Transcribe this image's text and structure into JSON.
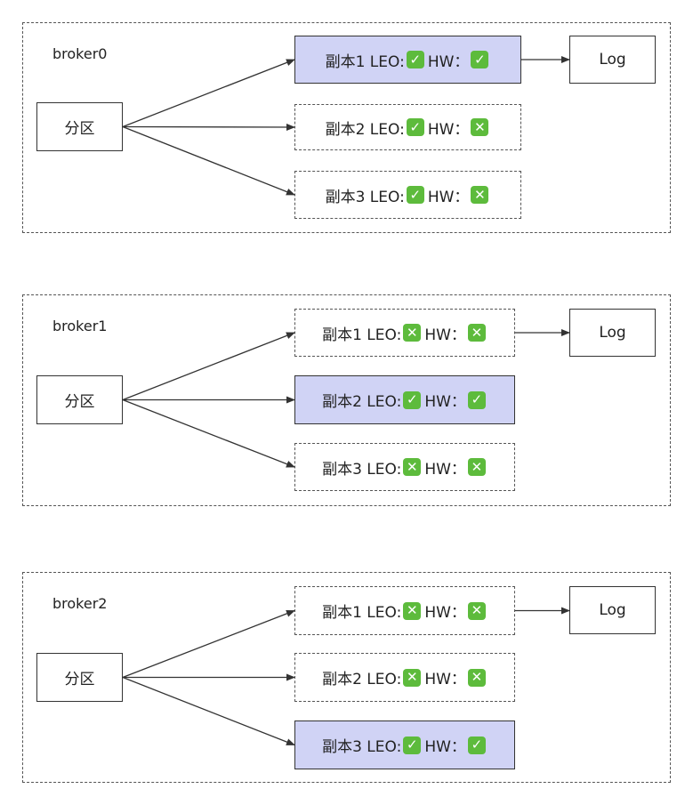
{
  "brokers": [
    {
      "label": "broker0",
      "partition": "分区",
      "log": "Log",
      "replicas": [
        {
          "name": "副本1",
          "leo_label": "LEO:",
          "leo": "check",
          "hw_label": "HW：",
          "hw": "check",
          "leader": true
        },
        {
          "name": "副本2",
          "leo_label": "LEO:",
          "leo": "check",
          "hw_label": "HW：",
          "hw": "cross",
          "leader": false
        },
        {
          "name": "副本3",
          "leo_label": "LEO:",
          "leo": "check",
          "hw_label": "HW：",
          "hw": "cross",
          "leader": false
        }
      ]
    },
    {
      "label": "broker1",
      "partition": "分区",
      "log": "Log",
      "replicas": [
        {
          "name": "副本1",
          "leo_label": "LEO:",
          "leo": "cross",
          "hw_label": "HW：",
          "hw": "cross",
          "leader": false
        },
        {
          "name": "副本2",
          "leo_label": "LEO:",
          "leo": "check",
          "hw_label": "HW：",
          "hw": "check",
          "leader": true
        },
        {
          "name": "副本3",
          "leo_label": "LEO:",
          "leo": "cross",
          "hw_label": "HW：",
          "hw": "cross",
          "leader": false
        }
      ]
    },
    {
      "label": "broker2",
      "partition": "分区",
      "log": "Log",
      "replicas": [
        {
          "name": "副本1",
          "leo_label": "LEO:",
          "leo": "cross",
          "hw_label": "HW：",
          "hw": "cross",
          "leader": false
        },
        {
          "name": "副本2",
          "leo_label": "LEO:",
          "leo": "cross",
          "hw_label": "HW：",
          "hw": "cross",
          "leader": false
        },
        {
          "name": "副本3",
          "leo_label": "LEO:",
          "leo": "check",
          "hw_label": "HW：",
          "hw": "check",
          "leader": true
        }
      ]
    }
  ],
  "colors": {
    "leader_fill": "#d0d3f5",
    "emoji_green": "#5dbb3c"
  }
}
